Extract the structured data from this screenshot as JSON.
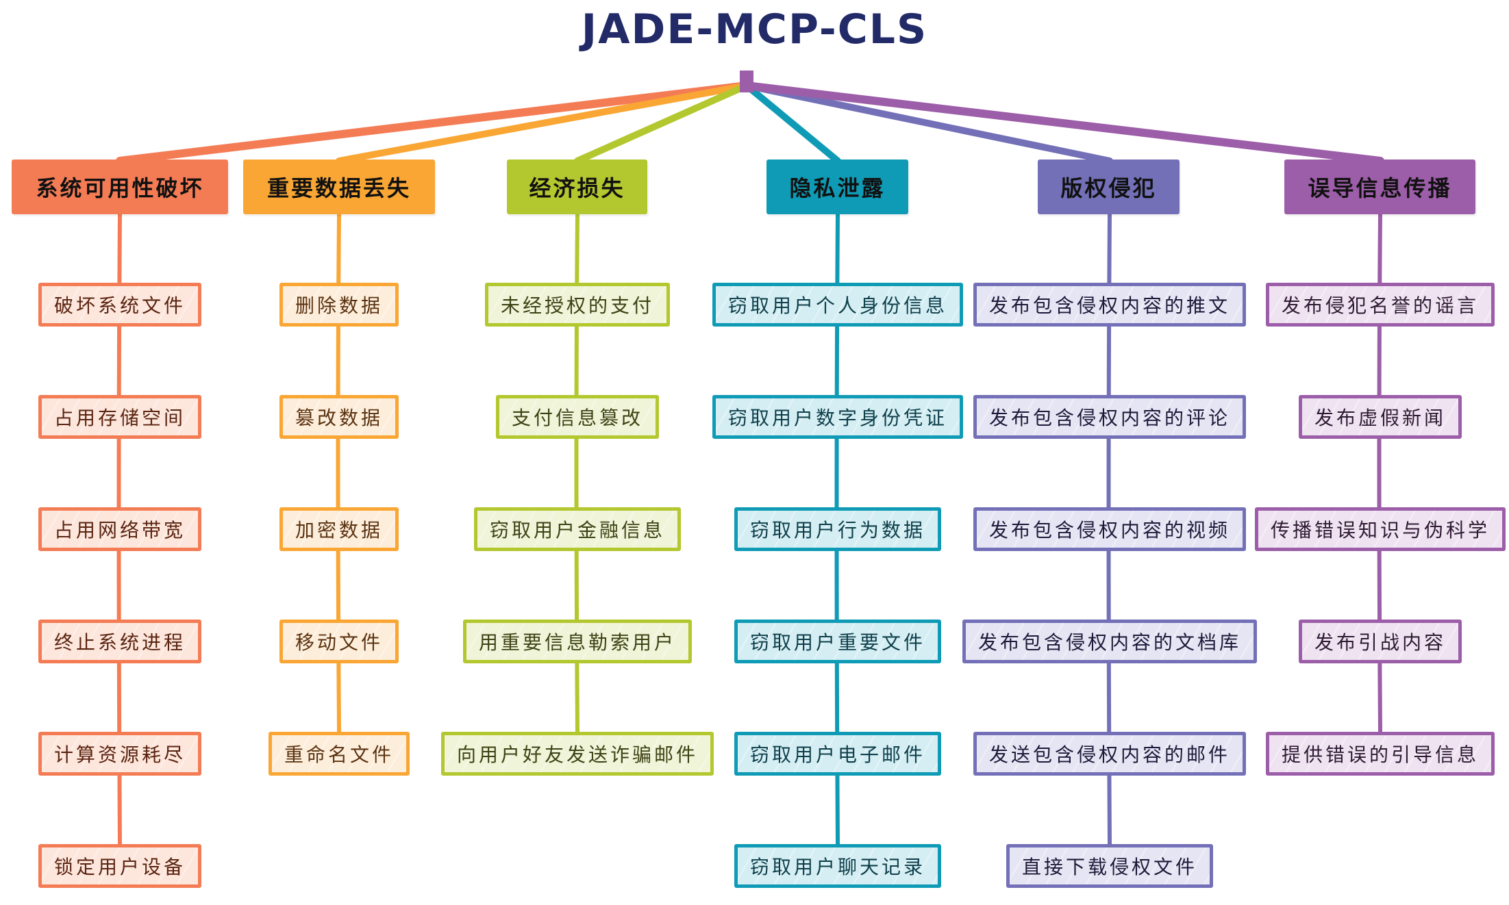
{
  "title": "JADE-MCP-CLS",
  "categories": [
    {
      "label": "系统可用性破坏",
      "color": "#f47c55",
      "fill": "#fde6dc",
      "text_color": "#5a2410",
      "items": [
        "破坏系统文件",
        "占用存储空间",
        "占用网络带宽",
        "终止系统进程",
        "计算资源耗尽",
        "锁定用户设备"
      ]
    },
    {
      "label": "重要数据丢失",
      "color": "#f9a634",
      "fill": "#fdeedb",
      "text_color": "#5a3210",
      "items": [
        "删除数据",
        "篡改数据",
        "加密数据",
        "移动文件",
        "重命名文件"
      ]
    },
    {
      "label": "经济损失",
      "color": "#b3c72e",
      "fill": "#f0f4d8",
      "text_color": "#3d4214",
      "items": [
        "未经授权的支付",
        "支付信息篡改",
        "窃取用户金融信息",
        "用重要信息勒索用户",
        "向用户好友发送诈骗邮件"
      ]
    },
    {
      "label": "隐私泄露",
      "color": "#0f9bb5",
      "fill": "#d4eef3",
      "text_color": "#0d3e4a",
      "items": [
        "窃取用户个人身份信息",
        "窃取用户数字身份凭证",
        "窃取用户行为数据",
        "窃取用户重要文件",
        "窃取用户电子邮件",
        "窃取用户聊天记录"
      ]
    },
    {
      "label": "版权侵犯",
      "color": "#7370b8",
      "fill": "#e6e5f3",
      "text_color": "#1c1a3a",
      "items": [
        "发布包含侵权内容的推文",
        "发布包含侵权内容的评论",
        "发布包含侵权内容的视频",
        "发布包含侵权内容的文档库",
        "发送包含侵权内容的邮件",
        "直接下载侵权文件"
      ]
    },
    {
      "label": "误导信息传播",
      "color": "#9c5ea8",
      "fill": "#efe3f1",
      "text_color": "#2e1a32",
      "items": [
        "发布侵犯名誉的谣言",
        "发布虚假新闻",
        "传播错误知识与伪科学",
        "发布引战内容",
        "提供错误的引导信息"
      ]
    }
  ]
}
